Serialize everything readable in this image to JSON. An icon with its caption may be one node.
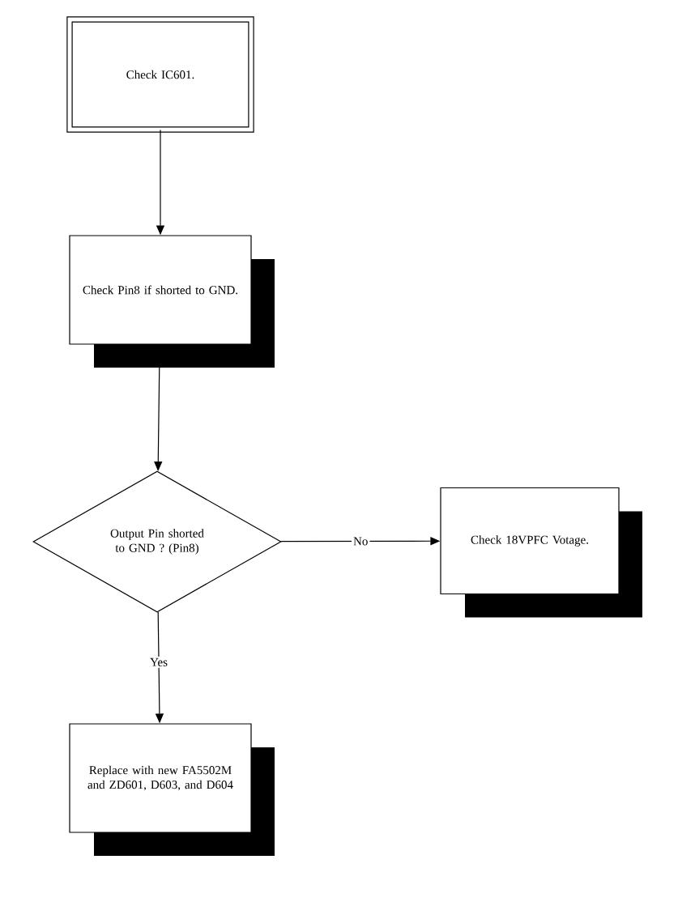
{
  "diagram": {
    "nodes": [
      {
        "text": [
          "Check IC601."
        ]
      },
      {
        "text": [
          "Check Pin8 if shorted to GND."
        ]
      },
      {
        "text": [
          "Output Pin shorted to GND ? (Pin8)"
        ]
      },
      {
        "text": [
          "Check 18VPFC Votage."
        ]
      },
      {
        "text": [
          "Replace with new FA5502M and ZD601, D603, and D604"
        ]
      }
    ],
    "edges": [
      {
        "from": 0,
        "to": 1,
        "arrow": "to"
      },
      {
        "from": 1,
        "to": 2,
        "arrow": "to"
      },
      {
        "from": 2,
        "to": 3,
        "arrow": "to",
        "label": "No"
      },
      {
        "from": 2,
        "to": 4,
        "arrow": "to",
        "label": "Yes"
      }
    ]
  }
}
